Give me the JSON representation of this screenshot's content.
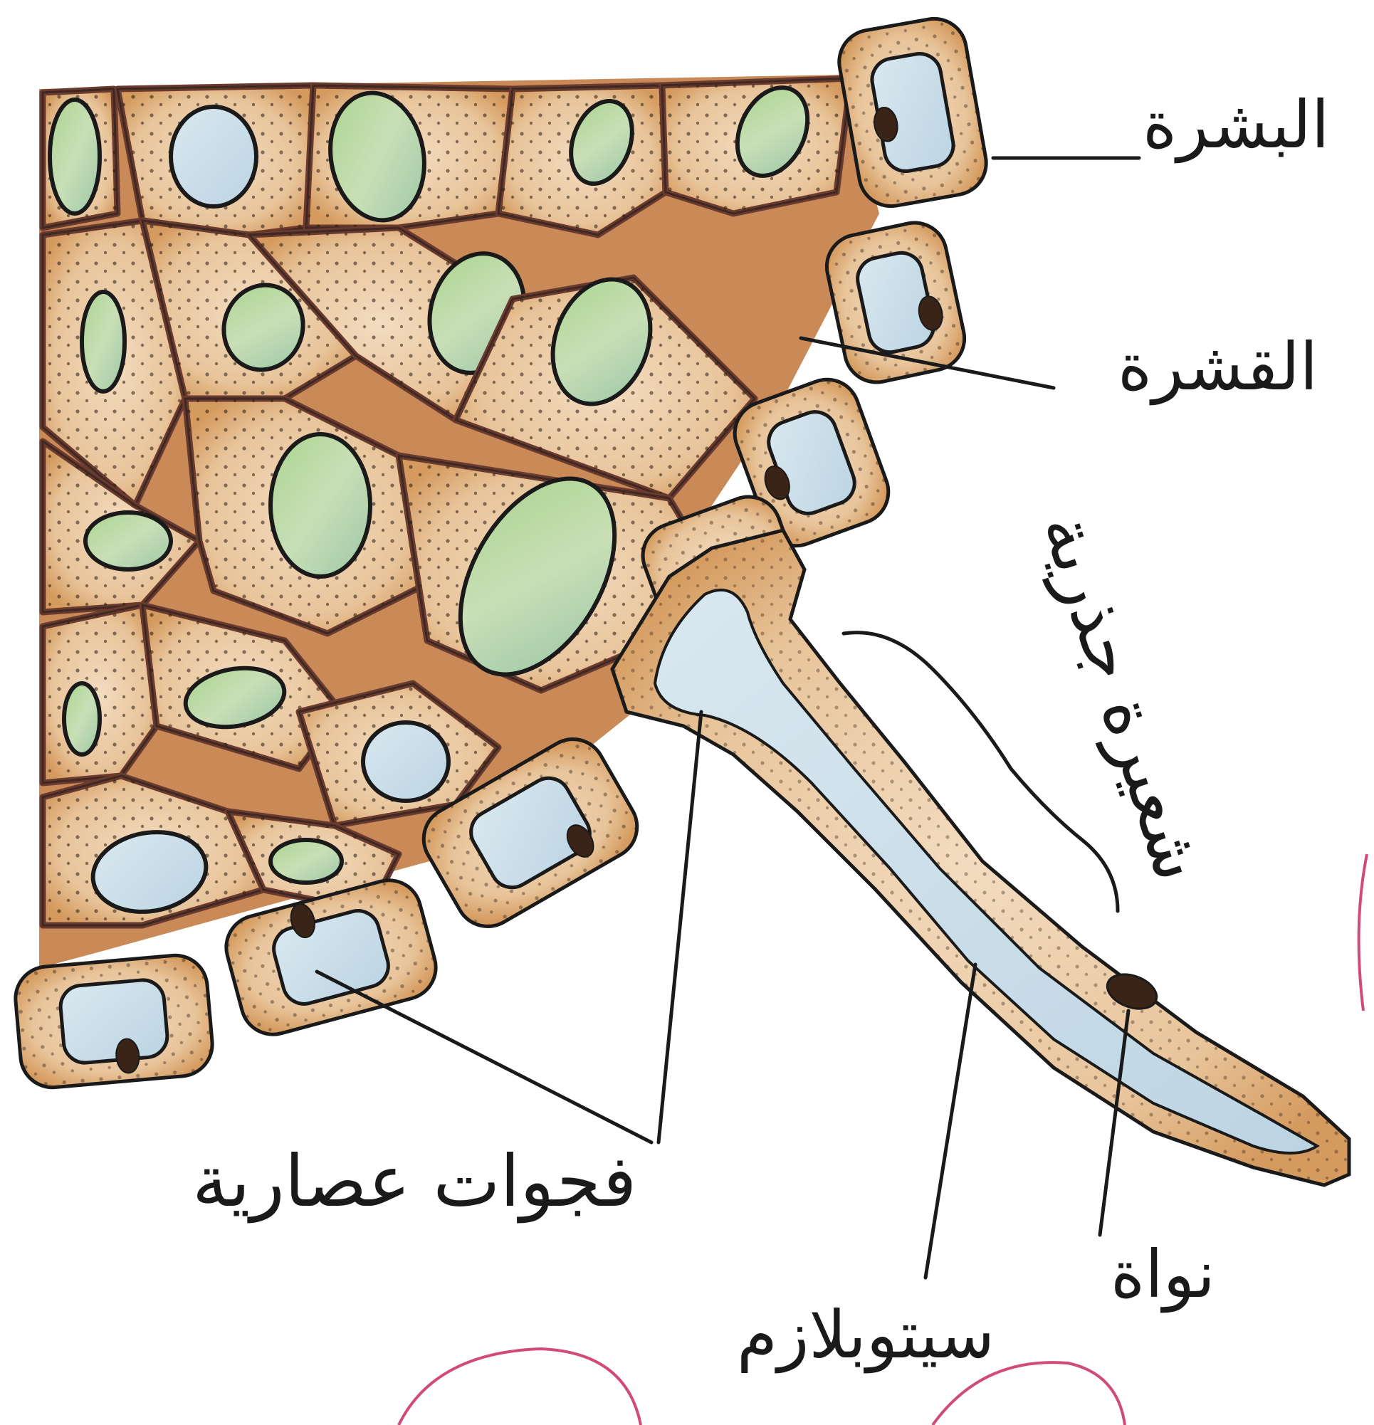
{
  "labels": {
    "epidermis": "البشرة",
    "cortex": "القشرة",
    "root_hair": "شعيرة جذرية",
    "vacuoles": "فجوات عصارية",
    "nucleus": "نواة",
    "cytoplasm": "سيتوبلازم"
  },
  "colors": {
    "cell_wall": "#6b3a2e",
    "outline": "#1a1a1a",
    "cytoplasm_fill": "#e8c49a",
    "cytoplasm_edge": "#d9a56b",
    "vacuole_green": "#b7d7a0",
    "vacuole_blue": "#cfe0ea",
    "nucleus_fill": "#3a2418",
    "doodle": "#d14a7a"
  }
}
